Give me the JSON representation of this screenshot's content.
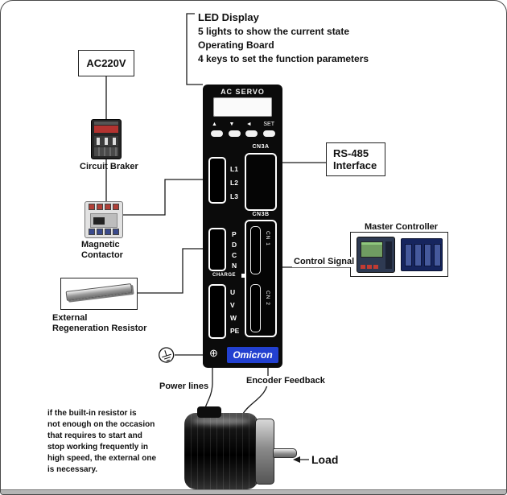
{
  "annotations": {
    "led_display_title": "LED Display",
    "led_display_desc": "5 lights to show the current state",
    "operating_board_title": "Operating  Board",
    "operating_board_desc": "4 keys to set the function parameters"
  },
  "left": {
    "ac220v": "AC220V",
    "circuit_braker": "Circuit Braker",
    "magnetic_contactor": "Magnetic\nContactor",
    "external_resistor": "External\nRegeneration Resistor"
  },
  "drive": {
    "header": "AC  SERVO",
    "key_up": "▲",
    "key_down": "▼",
    "key_left": "◄",
    "key_set": "SET",
    "cn3a": "CN3A",
    "cn3b": "CN3B",
    "power_terminals": [
      "L1",
      "L2",
      "L3"
    ],
    "dc_terminals": [
      "P",
      "D",
      "C",
      "N"
    ],
    "charge": "CHARGE",
    "motor_terminals": [
      "U",
      "V",
      "W",
      "PE"
    ],
    "cn1": "CN 1",
    "cn2": "CN 2",
    "brand": "Omicron"
  },
  "right": {
    "rs485": "RS-485\nInterface",
    "master_controller": "Master Controller",
    "control_signal": "Control Signal"
  },
  "bottom": {
    "power_lines": "Power lines",
    "encoder_feedback": "Encoder Feedback",
    "load": "Load",
    "note": "if the built-in resistor is\nnot enough on the occasion\nthat requires to start  and\nstop working frequently in\nhigh speed, the external one\nis necessary."
  },
  "colors": {
    "brand_blue": "#2240d0",
    "drive_body": "#0b0b0b",
    "wire": "#1a1a1a"
  }
}
